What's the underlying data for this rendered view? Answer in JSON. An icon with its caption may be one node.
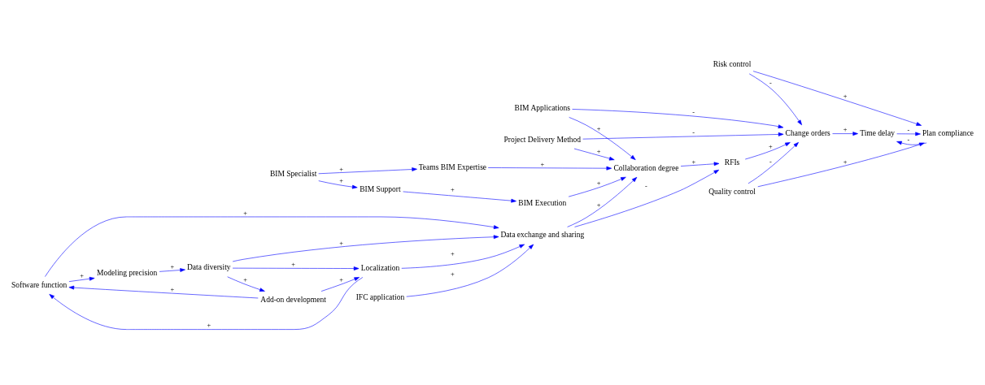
{
  "diagram": {
    "nodes": [
      {
        "text": [
          "BIM Specialist"
        ]
      },
      {
        "text": [
          "BIM Support"
        ]
      },
      {
        "text": [
          "Teams BIM Expertise"
        ]
      },
      {
        "text": [
          "BIM Execution"
        ]
      },
      {
        "text": [
          "Modeling precision"
        ]
      },
      {
        "text": [
          "Software function"
        ]
      },
      {
        "text": [
          "Data diversity"
        ]
      },
      {
        "text": [
          "Collaboration degree"
        ]
      },
      {
        "text": [
          "BIM Applications"
        ]
      },
      {
        "text": [
          "Risk control"
        ]
      },
      {
        "text": [
          "Data exchange and sharing"
        ]
      },
      {
        "text": [
          "Time delay"
        ]
      },
      {
        "text": [
          "Add-on development"
        ]
      },
      {
        "text": [
          "Project Delivery Method"
        ]
      },
      {
        "text": [
          "Change orders"
        ]
      },
      {
        "text": [
          "Plan compliance"
        ]
      },
      {
        "text": [
          "RFIs"
        ]
      },
      {
        "text": [
          "Localization"
        ]
      },
      {
        "text": [
          "IFC application"
        ]
      },
      {
        "text": [
          "Quality control"
        ]
      }
    ],
    "edges": [
      {
        "from": 0,
        "to": 1,
        "arrow": "to",
        "label": "+"
      },
      {
        "from": 0,
        "to": 2,
        "arrow": "to",
        "label": "+"
      },
      {
        "from": 1,
        "to": 3,
        "arrow": "to",
        "label": "+"
      },
      {
        "from": 2,
        "to": 7,
        "arrow": "to",
        "label": "+"
      },
      {
        "from": 3,
        "to": 7,
        "arrow": "to",
        "label": "+"
      },
      {
        "from": 8,
        "to": 7,
        "arrow": "to",
        "label": "+"
      },
      {
        "from": 13,
        "to": 7,
        "arrow": "to",
        "label": "+"
      },
      {
        "from": 10,
        "to": 7,
        "arrow": "to",
        "label": "+"
      },
      {
        "from": 7,
        "to": 16,
        "arrow": "to",
        "label": "+"
      },
      {
        "from": 8,
        "to": 14,
        "arrow": "to",
        "label": "-"
      },
      {
        "from": 9,
        "to": 14,
        "arrow": "to",
        "label": "-"
      },
      {
        "from": 9,
        "to": 15,
        "arrow": "to",
        "label": "+"
      },
      {
        "from": 13,
        "to": 14,
        "arrow": "to",
        "label": "-"
      },
      {
        "from": 14,
        "to": 11,
        "arrow": "to",
        "label": "+"
      },
      {
        "from": 11,
        "to": 15,
        "arrow": "to",
        "label": "-"
      },
      {
        "from": 15,
        "to": 11,
        "arrow": "to",
        "label": "-"
      },
      {
        "from": 19,
        "to": 14,
        "arrow": "to",
        "label": "-"
      },
      {
        "from": 19,
        "to": 15,
        "arrow": "to",
        "label": "+"
      },
      {
        "from": 16,
        "to": 14,
        "arrow": "to",
        "label": "+"
      },
      {
        "from": 10,
        "to": 16,
        "arrow": "to",
        "label": "-"
      },
      {
        "from": 5,
        "to": 4,
        "arrow": "to",
        "label": "+"
      },
      {
        "from": 5,
        "to": 10,
        "arrow": "to",
        "label": "+"
      },
      {
        "from": 4,
        "to": 6,
        "arrow": "to",
        "label": "+"
      },
      {
        "from": 6,
        "to": 10,
        "arrow": "to",
        "label": "+"
      },
      {
        "from": 6,
        "to": 12,
        "arrow": "to",
        "label": "+"
      },
      {
        "from": 6,
        "to": 17,
        "arrow": "to",
        "label": "+"
      },
      {
        "from": 12,
        "to": 5,
        "arrow": "to",
        "label": "+"
      },
      {
        "from": 12,
        "to": 17,
        "arrow": "to",
        "label": "+"
      },
      {
        "from": 17,
        "to": 5,
        "arrow": "to",
        "label": "+"
      },
      {
        "from": 17,
        "to": 10,
        "arrow": "to",
        "label": "+"
      },
      {
        "from": 18,
        "to": 10,
        "arrow": "to",
        "label": "+"
      }
    ]
  }
}
